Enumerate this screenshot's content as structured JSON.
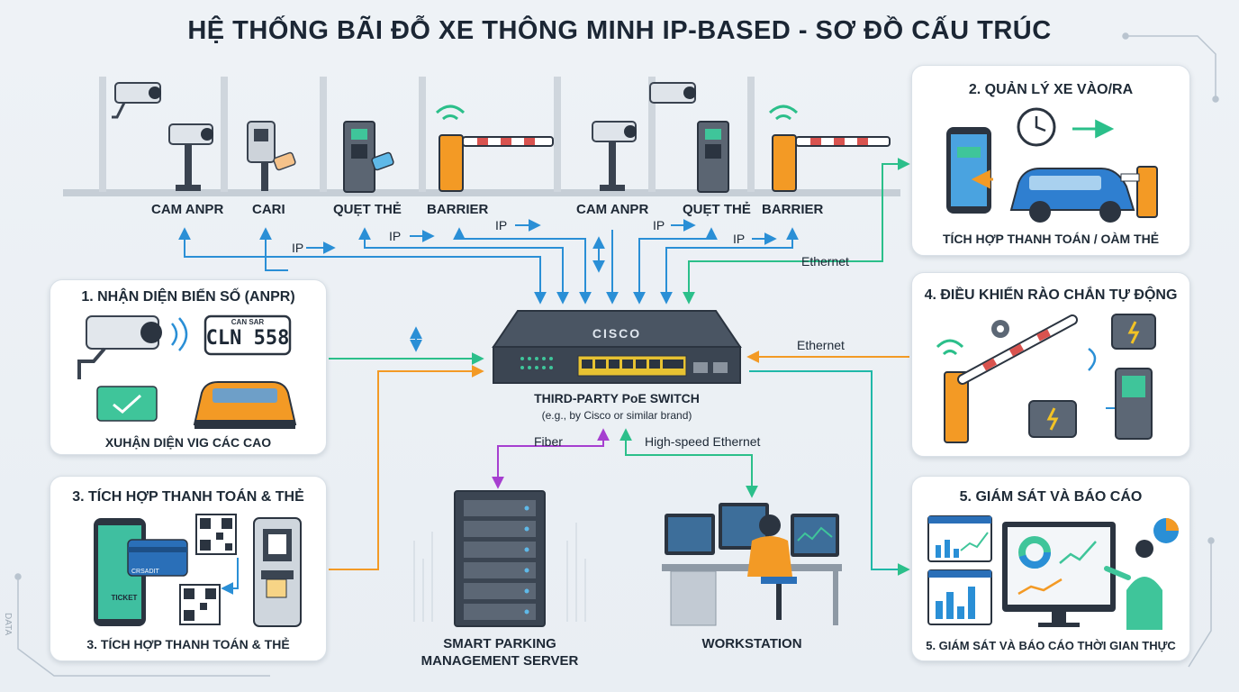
{
  "title": "HỆ THỐNG BÃI ĐỖ XE THÔNG MINH IP-BASED - SƠ ĐỒ CẤU TRÚC",
  "top_devices": {
    "cam_anpr_1": "CAM ANPR",
    "card_reader": "CARI",
    "card_swipe_1": "QUẸT THẺ",
    "barrier_1": "BARRIER",
    "cam_anpr_2": "CAM ANPR",
    "card_swipe_2": "QUẸT THẺ",
    "barrier_2": "BARRIER"
  },
  "links": {
    "ip": "IP",
    "ethernet": "Ethernet",
    "fiber": "Fiber",
    "high_speed": "High-speed Ethernet"
  },
  "switch": {
    "brand": "CISCO",
    "label": "THIRD-PARTY PoE SWITCH",
    "sublabel": "(e.g., by Cisco or similar brand)"
  },
  "panels": {
    "anpr": {
      "title": "1. NHẬN DIỆN BIỂN SỐ (ANPR)",
      "plate_top": "CAN SAR",
      "plate": "CLN 558",
      "caption": "XUHẬN DIỆN VIG CÁC CAO"
    },
    "entry": {
      "title": "2. QUẢN LÝ XE VÀO/RA",
      "caption": "TÍCH HỢP THANH TOÁN / OÀM THẺ"
    },
    "payment": {
      "title": "3. TÍCH HỢP THANH TOÁN & THẺ",
      "card_text": "CRSADIT",
      "ticket": "TICKET",
      "caption": "3. TÍCH HỢP THANH TOÁN & THẺ"
    },
    "barrier": {
      "title": "4. ĐIỀU KHIỂN RÀO CHẮN TỰ ĐỘNG"
    },
    "monitor": {
      "title": "5. GIÁM SÁT VÀ BÁO CÁO",
      "caption": "5. GIÁM SÁT VÀ BÁO CÁO THỜI GIAN THỰC"
    }
  },
  "server": {
    "line1": "SMART PARKING",
    "line2": "MANAGEMENT SERVER"
  },
  "workstation": {
    "label": "WORKSTATION"
  },
  "side_text": "DATA",
  "colors": {
    "blue": "#2a8fd6",
    "green": "#2bbf8a",
    "orange": "#f39a25",
    "purple": "#a63fd0",
    "teal": "#1fb8a8",
    "dark": "#3a4350"
  }
}
